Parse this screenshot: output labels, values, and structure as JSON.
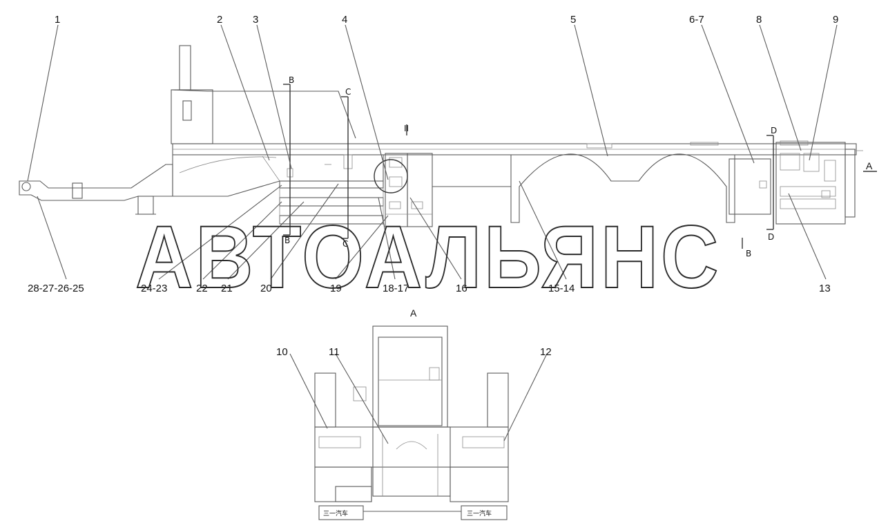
{
  "watermark": "АВТОАЛЬЯНС",
  "callouts_top": [
    "1",
    "2",
    "3",
    "4",
    "5",
    "6-7",
    "8",
    "9"
  ],
  "callouts_bottom": [
    "28-27-26-25",
    "24-23",
    "22",
    "21",
    "20",
    "19",
    "18-17",
    "16",
    "15-14",
    "13"
  ],
  "callouts_view_a": [
    "10",
    "11",
    "12"
  ],
  "view_a_title": "A",
  "section_marks": {
    "b_top": "B",
    "b_bottom": "B",
    "b_arrow": "B",
    "c_top": "C",
    "c_bottom": "C",
    "d_top": "D",
    "d_bottom": "D",
    "a_arrow": "A",
    "detail": "II"
  },
  "plates": [
    "三一汽车",
    "三一汽车"
  ]
}
